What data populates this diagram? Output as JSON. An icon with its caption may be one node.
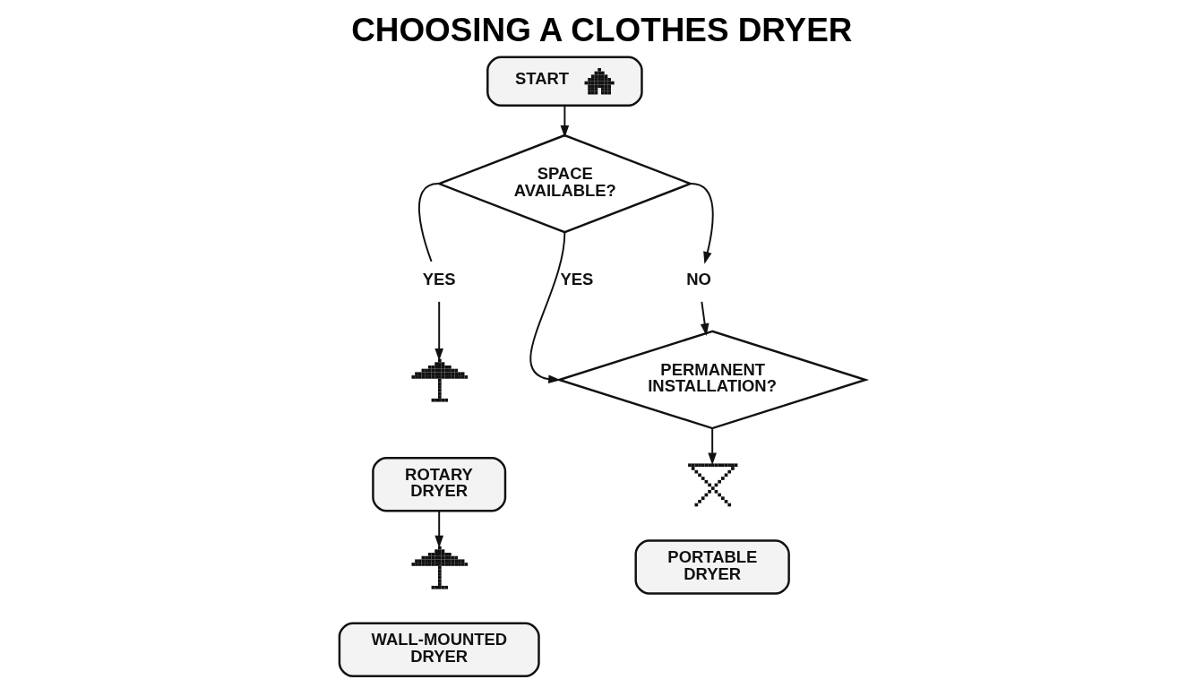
{
  "diagram": {
    "title": "CHOOSING A CLOTHES DRYER",
    "nodes": [
      {
        "text": [
          "START"
        ]
      },
      {
        "text": [
          "SPACE AVAILABLE?"
        ]
      },
      {
        "text": [
          "YES"
        ]
      },
      {
        "text": [
          "NO"
        ]
      },
      {
        "text": [],
        "shape": "picture"
      },
      {
        "text": [
          "ROTARY DRYER"
        ]
      },
      {
        "text": [
          "PERMANENT INSTALLATION?"
        ]
      },
      {
        "text": [],
        "shape": "picture"
      },
      {
        "text": [],
        "shape": "picture"
      },
      {
        "text": [
          "WALL-MOUNTED DRYER"
        ]
      },
      {
        "text": [
          "PORTABLE DRYER"
        ]
      }
    ],
    "edges": [
      {
        "from": 0,
        "to": 1,
        "arrow": "to"
      },
      {
        "from": 1,
        "to": 2,
        "arrow": "none"
      },
      {
        "from": 1,
        "to": 3,
        "arrow": "to"
      },
      {
        "from": 2,
        "to": 4,
        "arrow": "to"
      },
      {
        "from": 3,
        "to": 6,
        "arrow": "to"
      },
      {
        "from": 1,
        "to": 6,
        "arrow": "to",
        "label": "YES"
      },
      {
        "from": 5,
        "to": 7,
        "arrow": "to"
      },
      {
        "from": 6,
        "to": 8,
        "arrow": "to"
      }
    ]
  }
}
